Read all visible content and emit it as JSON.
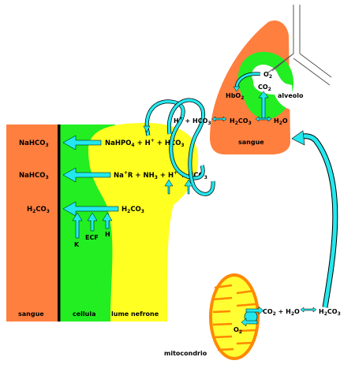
{
  "colors": {
    "blood": "#ff7f3f",
    "cell": "#22ee22",
    "nephron": "#ffff22",
    "arrow": "#22e8ee",
    "mito_outer": "#ff8800",
    "mito_inner": "#ffff33",
    "lung_green": "#22ee22",
    "membrane": "#000000"
  },
  "regions": {
    "blood_label": "sangue",
    "cell_label": "cellula",
    "nephron_label": "lume nefrone",
    "lung_blood_label": "sangue",
    "alveolus_label": "alveolo",
    "mito_label": "mitocondrio"
  },
  "left_column": {
    "row1": {
      "prefix": "NaHCO",
      "sub": "3"
    },
    "row2": {
      "prefix": "NaHCO",
      "sub": "3"
    },
    "row3": {
      "a": "H",
      "sub1": "2",
      "b": "CO",
      "sub2": "3"
    }
  },
  "nephron": {
    "row1": {
      "a": "NaHPO",
      "sub1": "4",
      "b": " + H",
      "sup": "+",
      "c": " + HCO",
      "sub2": "3"
    },
    "row2": {
      "a": "Na",
      "sup1": "+",
      "b": "R + NH",
      "sub1": "3",
      "c": " + H",
      "sup2": "+",
      "d": " + HCO",
      "sub2": "3"
    },
    "row3": {
      "a": "H",
      "sub1": "2",
      "b": "CO",
      "sub2": "3"
    },
    "pumps": [
      "K",
      "ECF",
      "H"
    ]
  },
  "lung": {
    "o2": {
      "a": "O",
      "sub": "2"
    },
    "co2": {
      "a": "CO",
      "sub": "2"
    },
    "hbo2": {
      "a": "HbO",
      "sub": "2"
    },
    "ion_eq": {
      "a": "H",
      "sup": "+",
      "b": " + HCO",
      "sub": "3"
    },
    "carbonic": {
      "a": "H",
      "sub1": "2",
      "b": "CO",
      "sub2": "3"
    },
    "water": {
      "a": "H",
      "sub": "2",
      "b": "O"
    }
  },
  "mito": {
    "eq_left": {
      "a": "CO",
      "sub1": "2",
      "b": " + H",
      "sub2": "2",
      "c": "O"
    },
    "carbonic": {
      "a": "H",
      "sub1": "2",
      "b": "CO",
      "sub2": "3"
    },
    "o2": {
      "a": "O",
      "sub": "2"
    }
  }
}
